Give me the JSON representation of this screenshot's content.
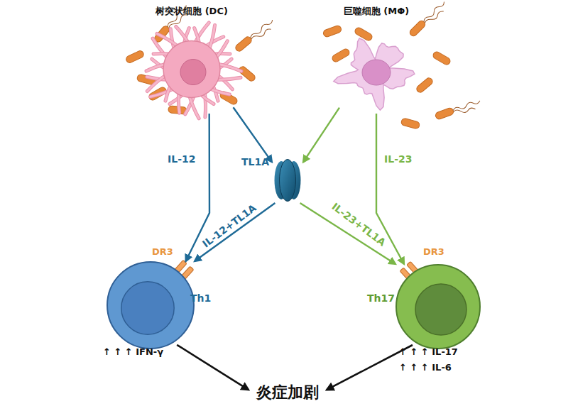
{
  "diagram": {
    "nodes": [
      {
        "text": [
          "树突状细胞 (DC)"
        ]
      },
      {
        "text": [
          "巨噬细胞 (MΦ)"
        ]
      },
      {
        "text": [
          "TL1A"
        ]
      },
      {
        "text": [
          "Th1"
        ]
      },
      {
        "text": [
          "Th17"
        ]
      },
      {
        "text": [
          "炎症加剧"
        ]
      }
    ],
    "edges": [
      {
        "from": 0,
        "to": 3,
        "label": "IL-12",
        "arrow": "to"
      },
      {
        "from": 0,
        "to": 2,
        "arrow": "to"
      },
      {
        "from": 1,
        "to": 2,
        "arrow": "to"
      },
      {
        "from": 1,
        "to": 4,
        "label": "IL-23",
        "arrow": "to"
      },
      {
        "from": 2,
        "to": 3,
        "label": "IL-12+TL1A",
        "arrow": "to"
      },
      {
        "from": 2,
        "to": 4,
        "label": "IL-23+TL1A",
        "arrow": "to"
      },
      {
        "from": 3,
        "to": 5,
        "arrow": "to"
      },
      {
        "from": 4,
        "to": 5,
        "arrow": "to"
      }
    ],
    "labels": [
      "DR3",
      "DR3",
      "↑ ↑ ↑ IFN-γ",
      "↑ ↑ ↑ IL-17",
      "↑ ↑ ↑ IL-6"
    ]
  }
}
